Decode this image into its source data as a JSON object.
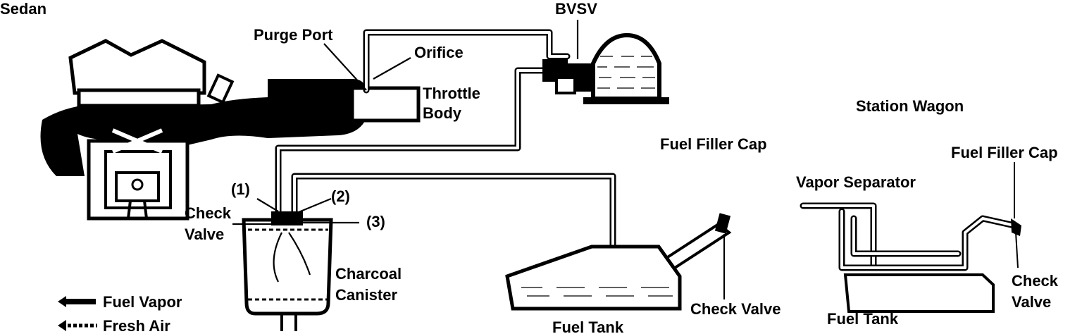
{
  "labels": {
    "sedan": "Sedan",
    "bvsv": "BVSV",
    "purge_port": "Purge Port",
    "orifice": "Orifice",
    "throttle": "Throttle",
    "body": "Body",
    "station_wagon": "Station Wagon",
    "fuel_filler_cap_sedan": "Fuel Filler Cap",
    "fuel_filler_cap_wagon": "Fuel Filler Cap",
    "vapor_separator": "Vapor Separator",
    "port_1": "(1)",
    "port_2": "(2)",
    "port_3": "(3)",
    "check": "Check",
    "valve": "Valve",
    "charcoal": "Charcoal",
    "canister": "Canister",
    "check_valve_sedan": "Check Valve",
    "fuel_tank_sedan": "Fuel Tank",
    "fuel_tank_wagon": "Fuel Tank",
    "wagon_check": "Check",
    "wagon_valve": "Valve"
  },
  "legend": {
    "fuel_vapor": "Fuel Vapor",
    "fresh_air": "Fresh Air"
  }
}
